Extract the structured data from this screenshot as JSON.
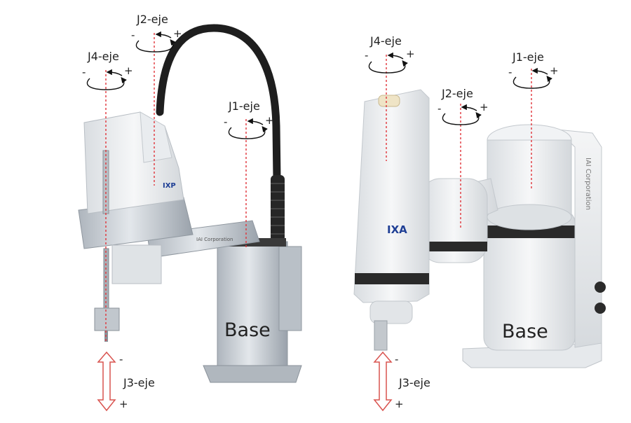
{
  "colors": {
    "axis_line": "#e0343a",
    "rotation_arrow": "#111111",
    "vertical_arrow": "#d9534f",
    "robot_white": "#eef0f2",
    "robot_aluminum": "#c6ccd3",
    "cable": "#1e1e1e",
    "band": "#2a2a2a",
    "logo_blue": "#1f3f95"
  },
  "left_robot": {
    "logo": "IXP",
    "arm_text": "IAI Corporation",
    "base_label": "Base",
    "axes": {
      "j1": {
        "label": "J1-eje",
        "minus": "-",
        "plus": "+"
      },
      "j2": {
        "label": "J2-eje",
        "minus": "-",
        "plus": "+"
      },
      "j3": {
        "label": "J3-eje",
        "minus": "-",
        "plus": "+"
      },
      "j4": {
        "label": "J4-eje",
        "minus": "-",
        "plus": "+"
      }
    }
  },
  "right_robot": {
    "logo": "IXA",
    "column_text": "IAI Corporation",
    "base_label": "Base",
    "axes": {
      "j1": {
        "label": "J1-eje",
        "minus": "-",
        "plus": "+"
      },
      "j2": {
        "label": "J2-eje",
        "minus": "-",
        "plus": "+"
      },
      "j3": {
        "label": "J3-eje",
        "minus": "-",
        "plus": "+"
      },
      "j4": {
        "label": "J4-eje",
        "minus": "-",
        "plus": "+"
      }
    }
  }
}
